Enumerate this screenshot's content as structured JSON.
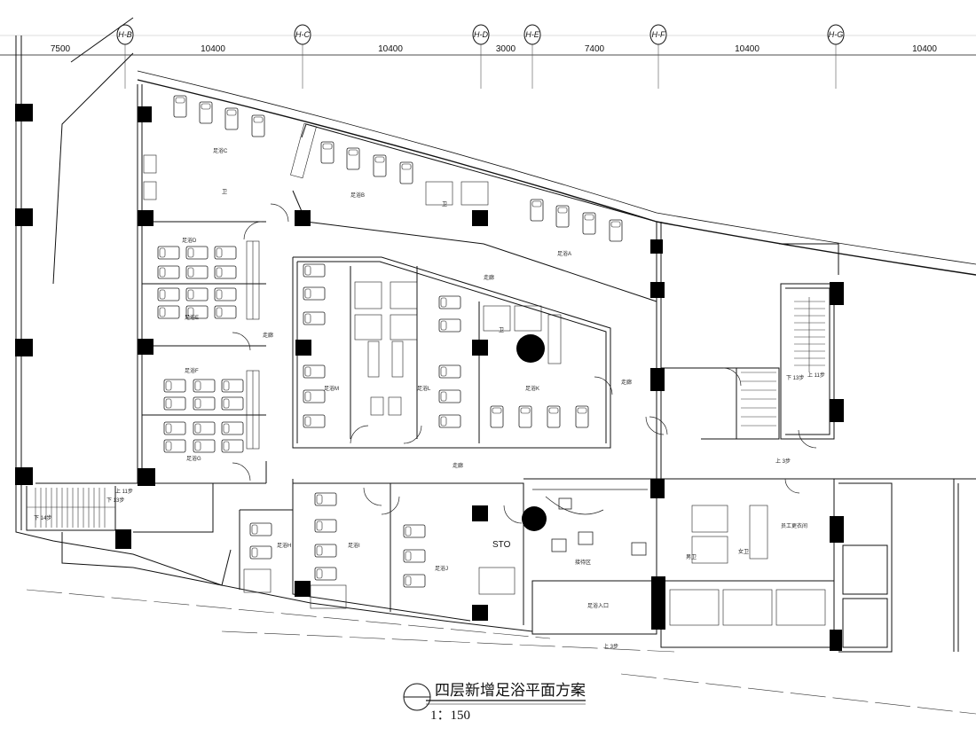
{
  "grid": {
    "axes": [
      "H-B",
      "H-C",
      "H-D",
      "H-E",
      "H-F",
      "H-G"
    ],
    "dimensions": [
      "7500",
      "10400",
      "10400",
      "3000",
      "7400",
      "10400",
      "10400"
    ]
  },
  "rooms": {
    "a": "足浴A",
    "b": "足浴B",
    "c": "足浴C",
    "d": "足浴D",
    "e": "足浴E",
    "f": "足浴F",
    "g": "足浴G",
    "h": "足浴H",
    "i": "足浴I",
    "j": "足浴J",
    "k": "足浴K",
    "l": "足浴L",
    "m": "足浴M",
    "corridor": "走廊",
    "sto": "STO",
    "reception": "接待区",
    "entrance": "足浴入口",
    "staff": "员工更衣间",
    "male": "男卫",
    "female": "女卫",
    "toilet": "卫"
  },
  "stairs": {
    "up1": "上 11步",
    "down1": "下 13步",
    "down2": "下 14步",
    "up2": "上 11步",
    "down3": "下 13步",
    "up3": "上 3步",
    "up4": "上 3步"
  },
  "drawing": {
    "title": "四层新增足浴平面方案",
    "scale": "1：150"
  }
}
